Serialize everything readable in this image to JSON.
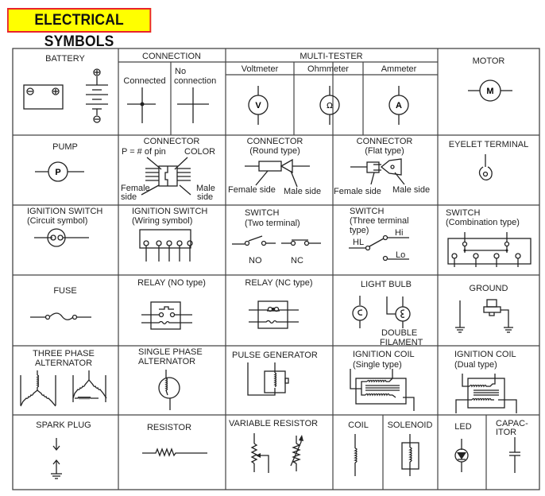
{
  "title": "ELECTRICAL SYMBOLS",
  "colors": {
    "title_bg": "#ffff00",
    "title_border": "#e8232b",
    "ink": "#222222"
  },
  "cells": {
    "battery": {
      "label": "BATTERY",
      "plus": "⊕",
      "minus": "⊖"
    },
    "connection": {
      "label": "CONNECTION",
      "connected": "Connected",
      "no_connection_1": "No",
      "no_connection_2": "connection"
    },
    "multitester": {
      "label": "MULTI-TESTER",
      "voltmeter": "Voltmeter",
      "ohmmeter": "Ohmmeter",
      "ammeter": "Ammeter",
      "v": "V",
      "ohm": "Ω",
      "a": "A"
    },
    "motor": {
      "label": "MOTOR",
      "m": "M"
    },
    "pump": {
      "label": "PUMP",
      "p": "P"
    },
    "connector": {
      "label": "CONNECTOR",
      "pins": "P = # of pin",
      "color": "COLOR",
      "female_1": "Female",
      "female_2": "side",
      "male_1": "Male",
      "male_2": "side"
    },
    "connector_round": {
      "label": "CONNECTOR",
      "sub": "(Round type)",
      "female": "Female side",
      "male": "Male side"
    },
    "connector_flat": {
      "label": "CONNECTOR",
      "sub": "(Flat type)",
      "female": "Female side",
      "male": "Male side"
    },
    "eyelet": {
      "label": "EYELET TERMINAL"
    },
    "ign_switch_circuit": {
      "label": "IGNITION SWITCH",
      "sub": "(Circuit symbol)"
    },
    "ign_switch_wiring": {
      "label": "IGNITION SWITCH",
      "sub": "(Wiring symbol)"
    },
    "switch_two": {
      "label": "SWITCH",
      "sub": "(Two terminal)",
      "no": "NO",
      "nc": "NC"
    },
    "switch_three": {
      "label": "SWITCH",
      "sub1": "(Three terminal",
      "sub2": "type)",
      "hl": "HL",
      "hi": "Hi",
      "lo": "Lo"
    },
    "switch_combo": {
      "label": "SWITCH",
      "sub": "(Combination type)"
    },
    "fuse": {
      "label": "FUSE"
    },
    "relay_no": {
      "label": "RELAY (NO type)"
    },
    "relay_nc": {
      "label": "RELAY (NC type)"
    },
    "light_bulb": {
      "label": "LIGHT BULB",
      "double_1": "DOUBLE",
      "double_2": "FILAMENT"
    },
    "ground": {
      "label": "GROUND"
    },
    "three_phase": {
      "label1": "THREE PHASE",
      "label2": "ALTERNATOR"
    },
    "single_phase": {
      "label1": "SINGLE PHASE",
      "label2": "ALTERNATOR"
    },
    "pulse_gen": {
      "label": "PULSE  GENERATOR"
    },
    "ign_coil_single": {
      "label": "IGNITION COIL",
      "sub": "(Single type)"
    },
    "ign_coil_dual": {
      "label": "IGNITION COIL",
      "sub": "(Dual type)"
    },
    "spark_plug": {
      "label": "SPARK PLUG"
    },
    "resistor": {
      "label": "RESISTOR"
    },
    "var_resistor": {
      "label": "VARIABLE RESISTOR"
    },
    "coil": {
      "label": "COIL"
    },
    "solenoid": {
      "label": "SOLENOID"
    },
    "led": {
      "label": "LED"
    },
    "capacitor": {
      "label1": "CAPAC-",
      "label2": "ITOR"
    }
  }
}
